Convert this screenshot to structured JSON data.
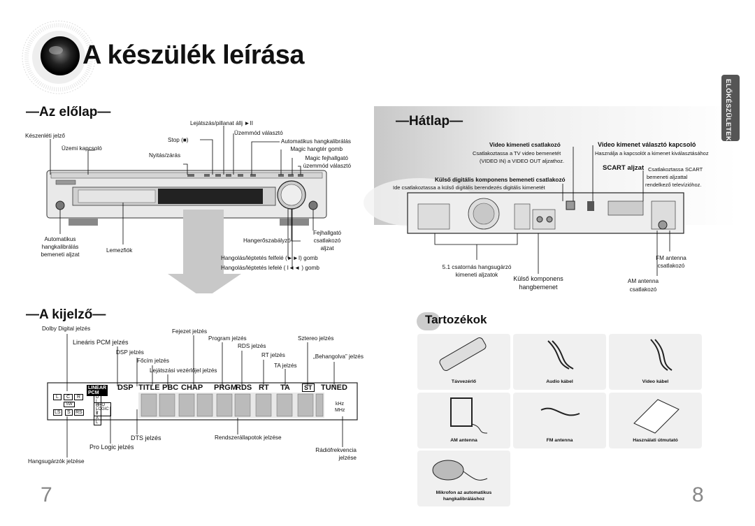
{
  "page": {
    "title": "A készülék leírása",
    "page_left": "7",
    "page_right": "8",
    "side_tab": "ELŐKÉSZÜLETEK"
  },
  "front": {
    "heading": "—Az előlap—",
    "play_pause": "Lejátszás/pillanat állj ►II",
    "mode_select": "Üzemmód választó",
    "standby": "Készenléti jelző",
    "stop": "Stop (■)",
    "auto_cal": "Automatikus hangkalibrálás",
    "magic_sound": "Magic hangtér gomb",
    "power": "Üzemi kapcsoló",
    "open_close": "Nyitás/zárás",
    "magic_headphone_1": "Magic fejhallgató",
    "magic_headphone_2": "üzemmód választó",
    "auto_input_1": "Automatikus",
    "auto_input_2": "hangkalibrálás",
    "auto_input_3": "bemeneti aljzat",
    "tray": "Lemezfiók",
    "volume": "Hangerőszabályzó",
    "headphone_1": "Fejhallgató",
    "headphone_2": "csatlakozó",
    "headphone_3": "aljzat",
    "tune_up": "Hangolás/léptetés felfelé (►►I) gomb",
    "tune_down": "Hangolás/léptetés lefelé ( I◄◄ ) gomb"
  },
  "back": {
    "heading": "—Hátlap—",
    "video_out_title": "Video kimeneti csatlakozó",
    "video_out_desc_1": "Csatlakoztassa a TV video bemenetét",
    "video_out_desc_2": "(VIDEO IN) a VIDEO OUT aljzathoz.",
    "video_sel_title": "Video kimenet választó kapcsoló",
    "video_sel_desc": "Használja a kapcsolót a kimenet kiválasztásához",
    "scart_title": "SCART aljzat",
    "scart_desc_1": "Csatlakoztassa SCART",
    "scart_desc_2": "bemeneti aljzattal",
    "scart_desc_3": "rendelkező televízióhoz.",
    "digital_title": "Külső digitális komponens bemeneti csatlakozó",
    "digital_desc": "Ide csatlakoztassa a külső digitális berendezés digitális kimenetét",
    "speaker_1": "5.1 csatornás hangsugárzó",
    "speaker_2": "kimeneti aljzatok",
    "ext_1": "Külső komponens",
    "ext_2": "hangbemenet",
    "fm_1": "FM antenna",
    "fm_2": "csatlakozó",
    "am_1": "AM antenna",
    "am_2": "csatlakozó"
  },
  "display": {
    "heading": "—A kijelző—",
    "dolby": "Dolby Digital jelzés",
    "chapter": "Fejezet jelzés",
    "program": "Program jelzés",
    "stereo": "Sztereo jelzés",
    "lpcm": "Lineáris PCM jelzés",
    "rds": "RDS jelzés",
    "dsp": "DSP jelzés",
    "rt": "RT jelzés",
    "behangolva": "„Behangolva” jelzés",
    "title": "Főcím jelzés",
    "ta": "TA jelzés",
    "time": "Lejátszási vezérlőjel jelzés",
    "dts": "DTS jelzés",
    "prologic": "Pro Logic jelzés",
    "sysstate": "Rendszerállapotok jelzése",
    "radiofreq_1": "Rádiófrekvencia",
    "radiofreq_2": "jelzése",
    "speakers": "Hangsugárzók jelzése",
    "panel": {
      "linear_pcm": "LINEAR PCM",
      "dsp": "DSP",
      "title": "TITLE",
      "pbc": "PBC",
      "chap": "CHAP",
      "prgm": "PRGM",
      "rds": "RDS",
      "rt": "RT",
      "ta": "TA",
      "st": "ST",
      "tuned": "TUNED",
      "digital": "D I G I T A L",
      "prologic": "PRO LOGIC II",
      "khz": "kHz",
      "mhz": "MHz",
      "ch_l": "L",
      "ch_c": "C",
      "ch_r": "R",
      "ch_sw": "SW",
      "ch_ls": "LS",
      "ch_s": "S",
      "ch_rs": "RS"
    }
  },
  "accessories": {
    "heading": "Tartozékok",
    "items": [
      "Távvezérlő",
      "Audio kábel",
      "Video kábel",
      "AM antenna",
      "FM antenna",
      "Használati útmutató"
    ],
    "mic_1": "Mikrofon az automatikus",
    "mic_2": "hangkalibráláshoz"
  }
}
